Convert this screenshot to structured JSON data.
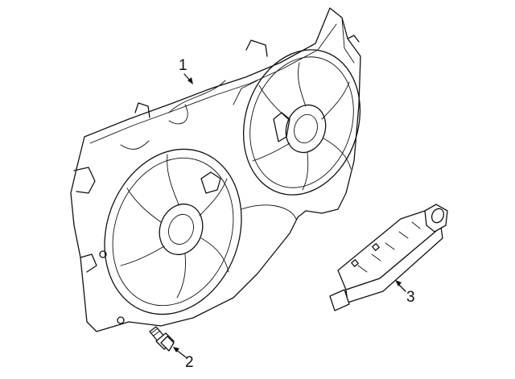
{
  "callouts": [
    {
      "id": "1",
      "label": "1"
    },
    {
      "id": "2",
      "label": "2"
    },
    {
      "id": "3",
      "label": "3"
    }
  ],
  "colors": {
    "line": "#111111",
    "background": "#ffffff"
  },
  "icons": {
    "fan": "fan-icon",
    "bolt": "bolt-icon",
    "module": "module-icon"
  }
}
